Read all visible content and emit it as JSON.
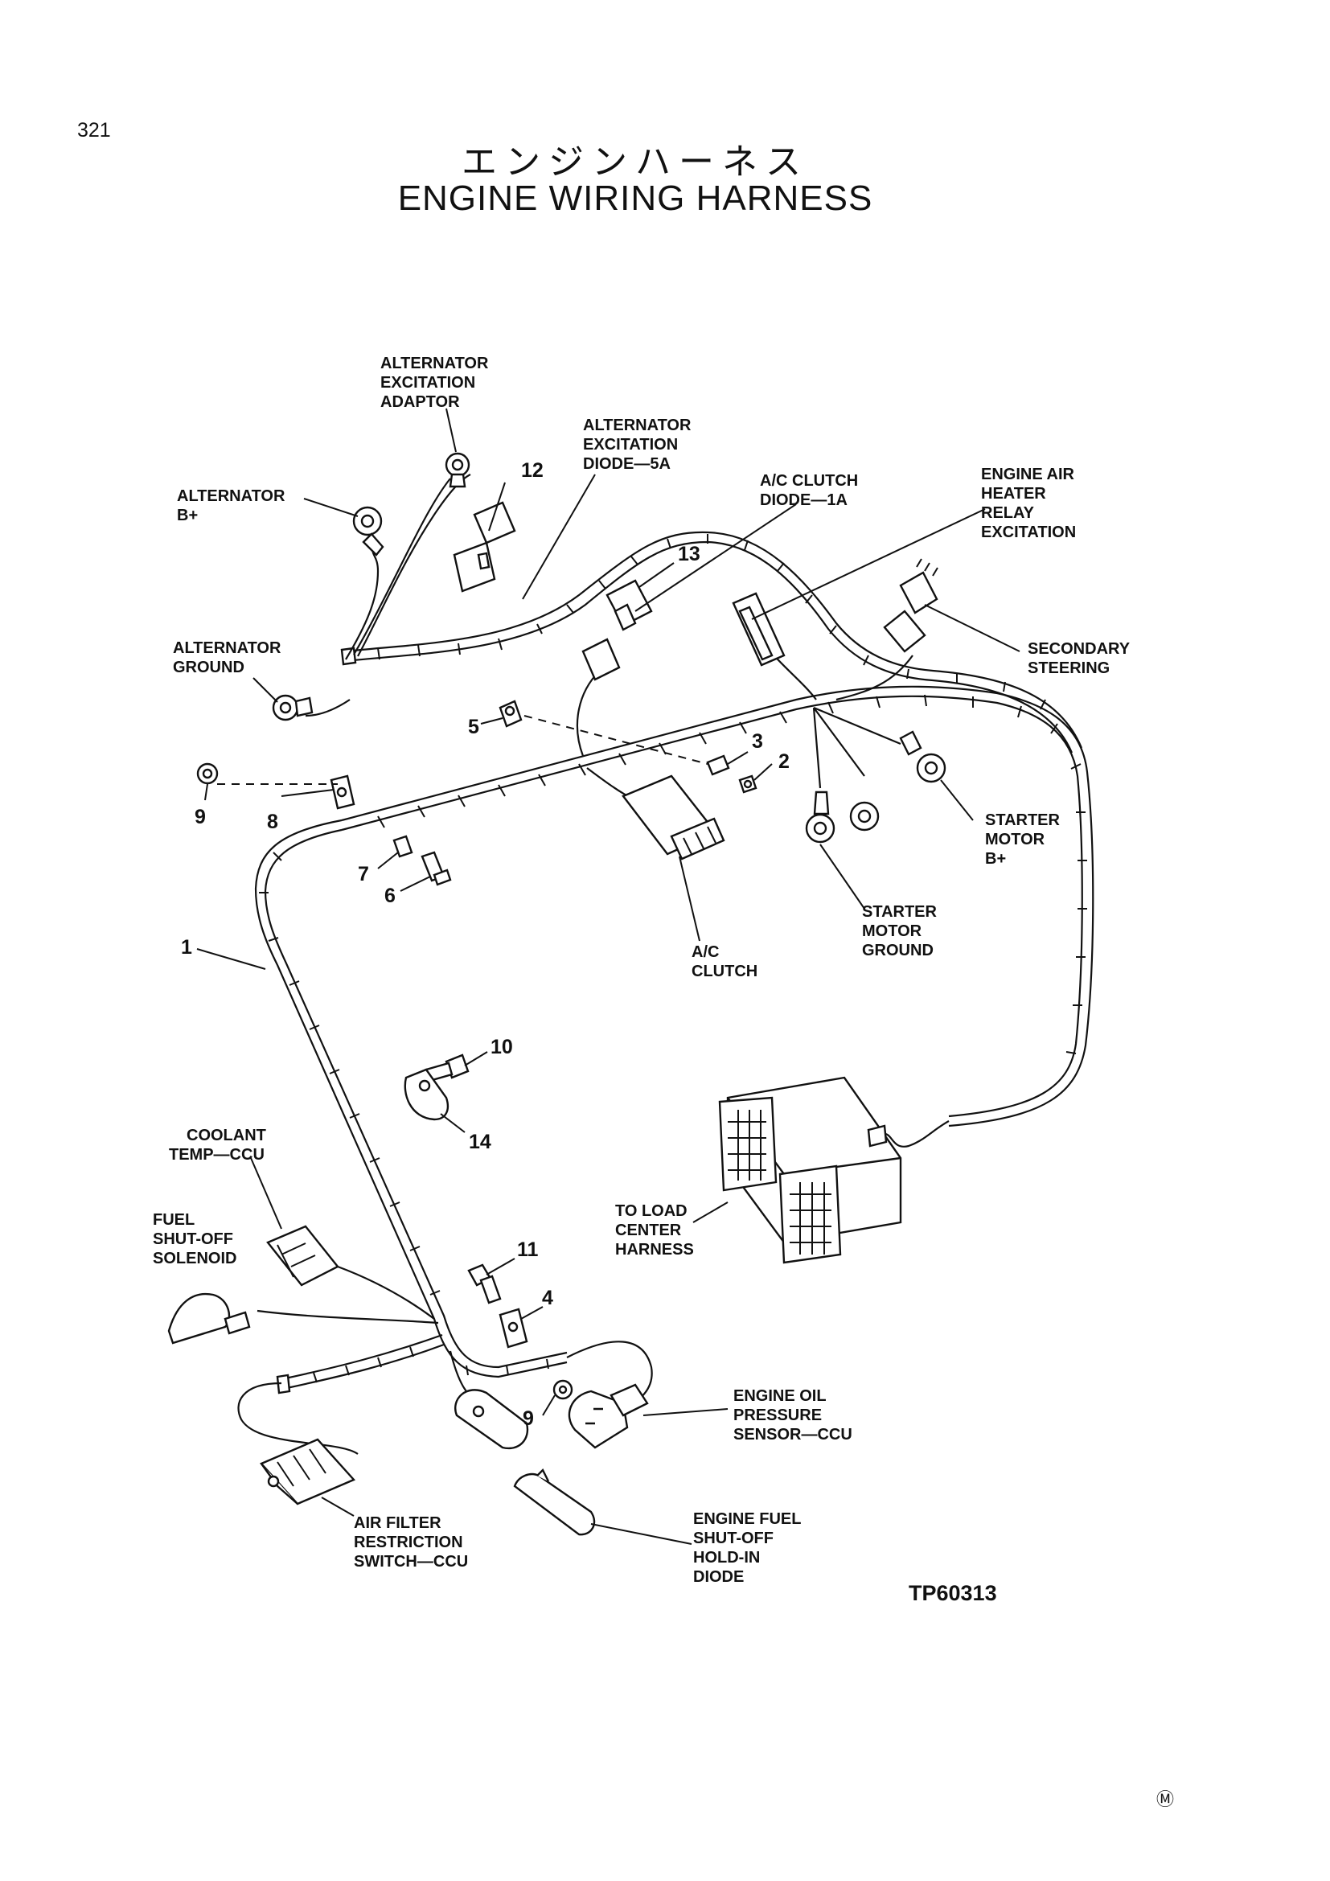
{
  "page_number": "321",
  "title_ja": "エンジンハーネス",
  "title_en": "ENGINE WIRING HARNESS",
  "callouts": [
    {
      "id": "alternator-excitation-adaptor",
      "lines": [
        "ALTERNATOR",
        "EXCITATION",
        "ADAPTOR"
      ]
    },
    {
      "id": "alternator-excitation-diode",
      "lines": [
        "ALTERNATOR",
        "EXCITATION",
        "DIODE—5A"
      ]
    },
    {
      "id": "ac-clutch-diode",
      "lines": [
        "A/C CLUTCH",
        "DIODE—1A"
      ]
    },
    {
      "id": "engine-air-heater",
      "lines": [
        "ENGINE AIR",
        "HEATER",
        "RELAY",
        "EXCITATION"
      ]
    },
    {
      "id": "alternator-b-plus",
      "lines": [
        "ALTERNATOR",
        "B+"
      ]
    },
    {
      "id": "alternator-ground",
      "lines": [
        "ALTERNATOR",
        "GROUND"
      ]
    },
    {
      "id": "secondary-steering",
      "lines": [
        "SECONDARY",
        "STEERING"
      ]
    },
    {
      "id": "starter-motor-b-plus",
      "lines": [
        "STARTER",
        "MOTOR",
        "B+"
      ]
    },
    {
      "id": "starter-motor-ground",
      "lines": [
        "STARTER",
        "MOTOR",
        "GROUND"
      ]
    },
    {
      "id": "ac-clutch",
      "lines": [
        "A/C",
        "CLUTCH"
      ]
    },
    {
      "id": "coolant-temp",
      "lines": [
        "COOLANT",
        "TEMP—CCU"
      ]
    },
    {
      "id": "fuel-shutoff-solenoid",
      "lines": [
        "FUEL",
        "SHUT-OFF",
        "SOLENOID"
      ]
    },
    {
      "id": "to-load-center",
      "lines": [
        "TO LOAD",
        "CENTER",
        "HARNESS"
      ]
    },
    {
      "id": "engine-oil-pressure",
      "lines": [
        "ENGINE OIL",
        "PRESSURE",
        "SENSOR—CCU"
      ]
    },
    {
      "id": "air-filter-restriction",
      "lines": [
        "AIR FILTER",
        "RESTRICTION",
        "SWITCH—CCU"
      ]
    },
    {
      "id": "engine-fuel-holdin",
      "lines": [
        "ENGINE FUEL",
        "SHUT-OFF",
        "HOLD-IN",
        "DIODE"
      ]
    }
  ],
  "item_numbers": {
    "n12": "12",
    "n13": "13",
    "n5": "5",
    "n3": "3",
    "n2": "2",
    "n9a": "9",
    "n8": "8",
    "n7": "7",
    "n6": "6",
    "n1": "1",
    "n10": "10",
    "n14": "14",
    "n11": "11",
    "n4": "4",
    "n9b": "9"
  },
  "figure_id": "TP60313",
  "publisher_mark": "Ⓜ"
}
